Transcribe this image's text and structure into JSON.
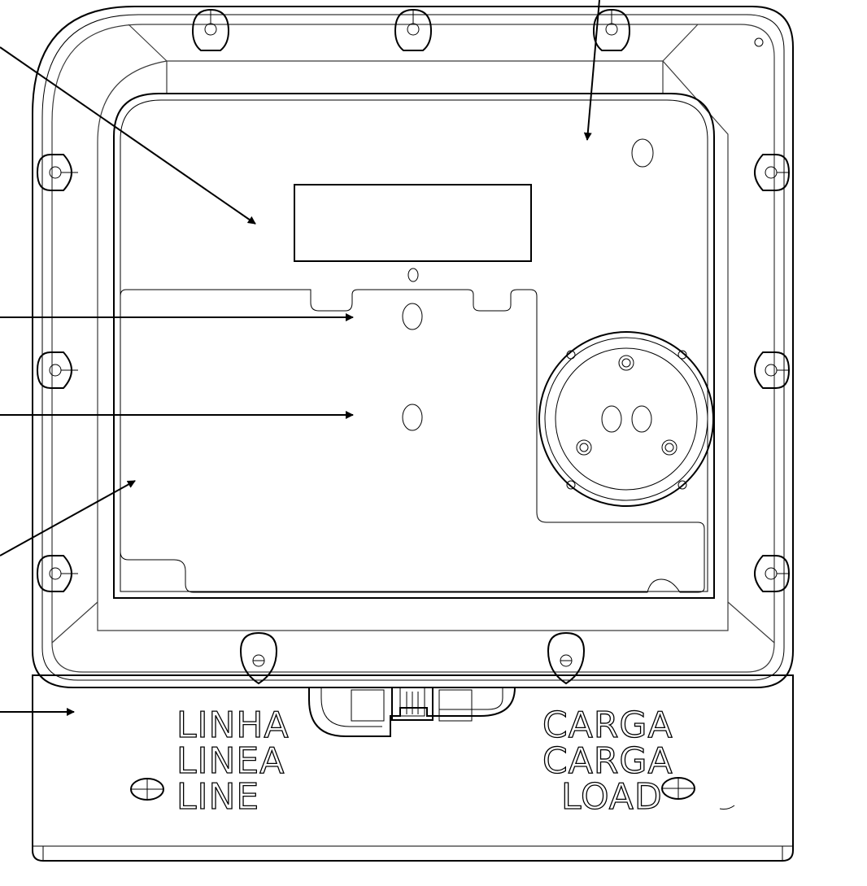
{
  "terminal_cover": {
    "line_labels": [
      "LINHA",
      "LINEA",
      "LINE"
    ],
    "load_labels": [
      "CARGA",
      "CARGA",
      "LOAD"
    ]
  },
  "colors": {
    "stroke": "#000000",
    "background": "#ffffff"
  }
}
